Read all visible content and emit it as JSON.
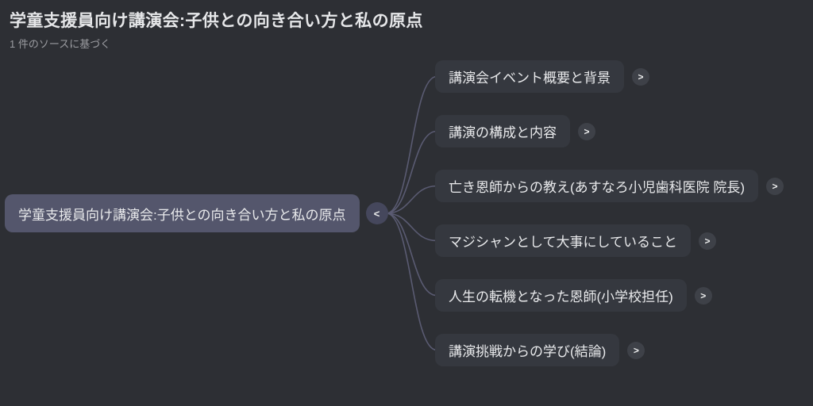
{
  "header": {
    "title": "学童支援員向け講演会:子供との向き合い方と私の原点",
    "subtitle": "1 件のソースに基づく"
  },
  "mindmap": {
    "root": {
      "label": "学童支援員向け講演会:子供との向き合い方と私の原点",
      "collapse_icon": "chevron-left-icon",
      "collapse_glyph": "<"
    },
    "children": [
      {
        "label": "講演会イベント概要と背景",
        "expand_icon": "chevron-right-icon",
        "expand_glyph": ">"
      },
      {
        "label": "講演の構成と内容",
        "expand_icon": "chevron-right-icon",
        "expand_glyph": ">"
      },
      {
        "label": "亡き恩師からの教え(あすなろ小児歯科医院 院長)",
        "expand_icon": "chevron-right-icon",
        "expand_glyph": ">"
      },
      {
        "label": "マジシャンとして大事にしていること",
        "expand_icon": "chevron-right-icon",
        "expand_glyph": ">"
      },
      {
        "label": "人生の転機となった恩師(小学校担任)",
        "expand_icon": "chevron-right-icon",
        "expand_glyph": ">"
      },
      {
        "label": "講演挑戦からの学び(結論)",
        "expand_icon": "chevron-right-icon",
        "expand_glyph": ">"
      }
    ],
    "colors": {
      "background": "#2d2f34",
      "root_node_bg": "#54566c",
      "child_node_bg": "#35383f",
      "root_circle_bg": "#45475c",
      "child_circle_bg": "#3e4148",
      "connector": "#5a5b72",
      "title_text": "#e6e7e9",
      "subtitle_text": "#9b9ca1",
      "node_text": "#e9eaec"
    }
  }
}
